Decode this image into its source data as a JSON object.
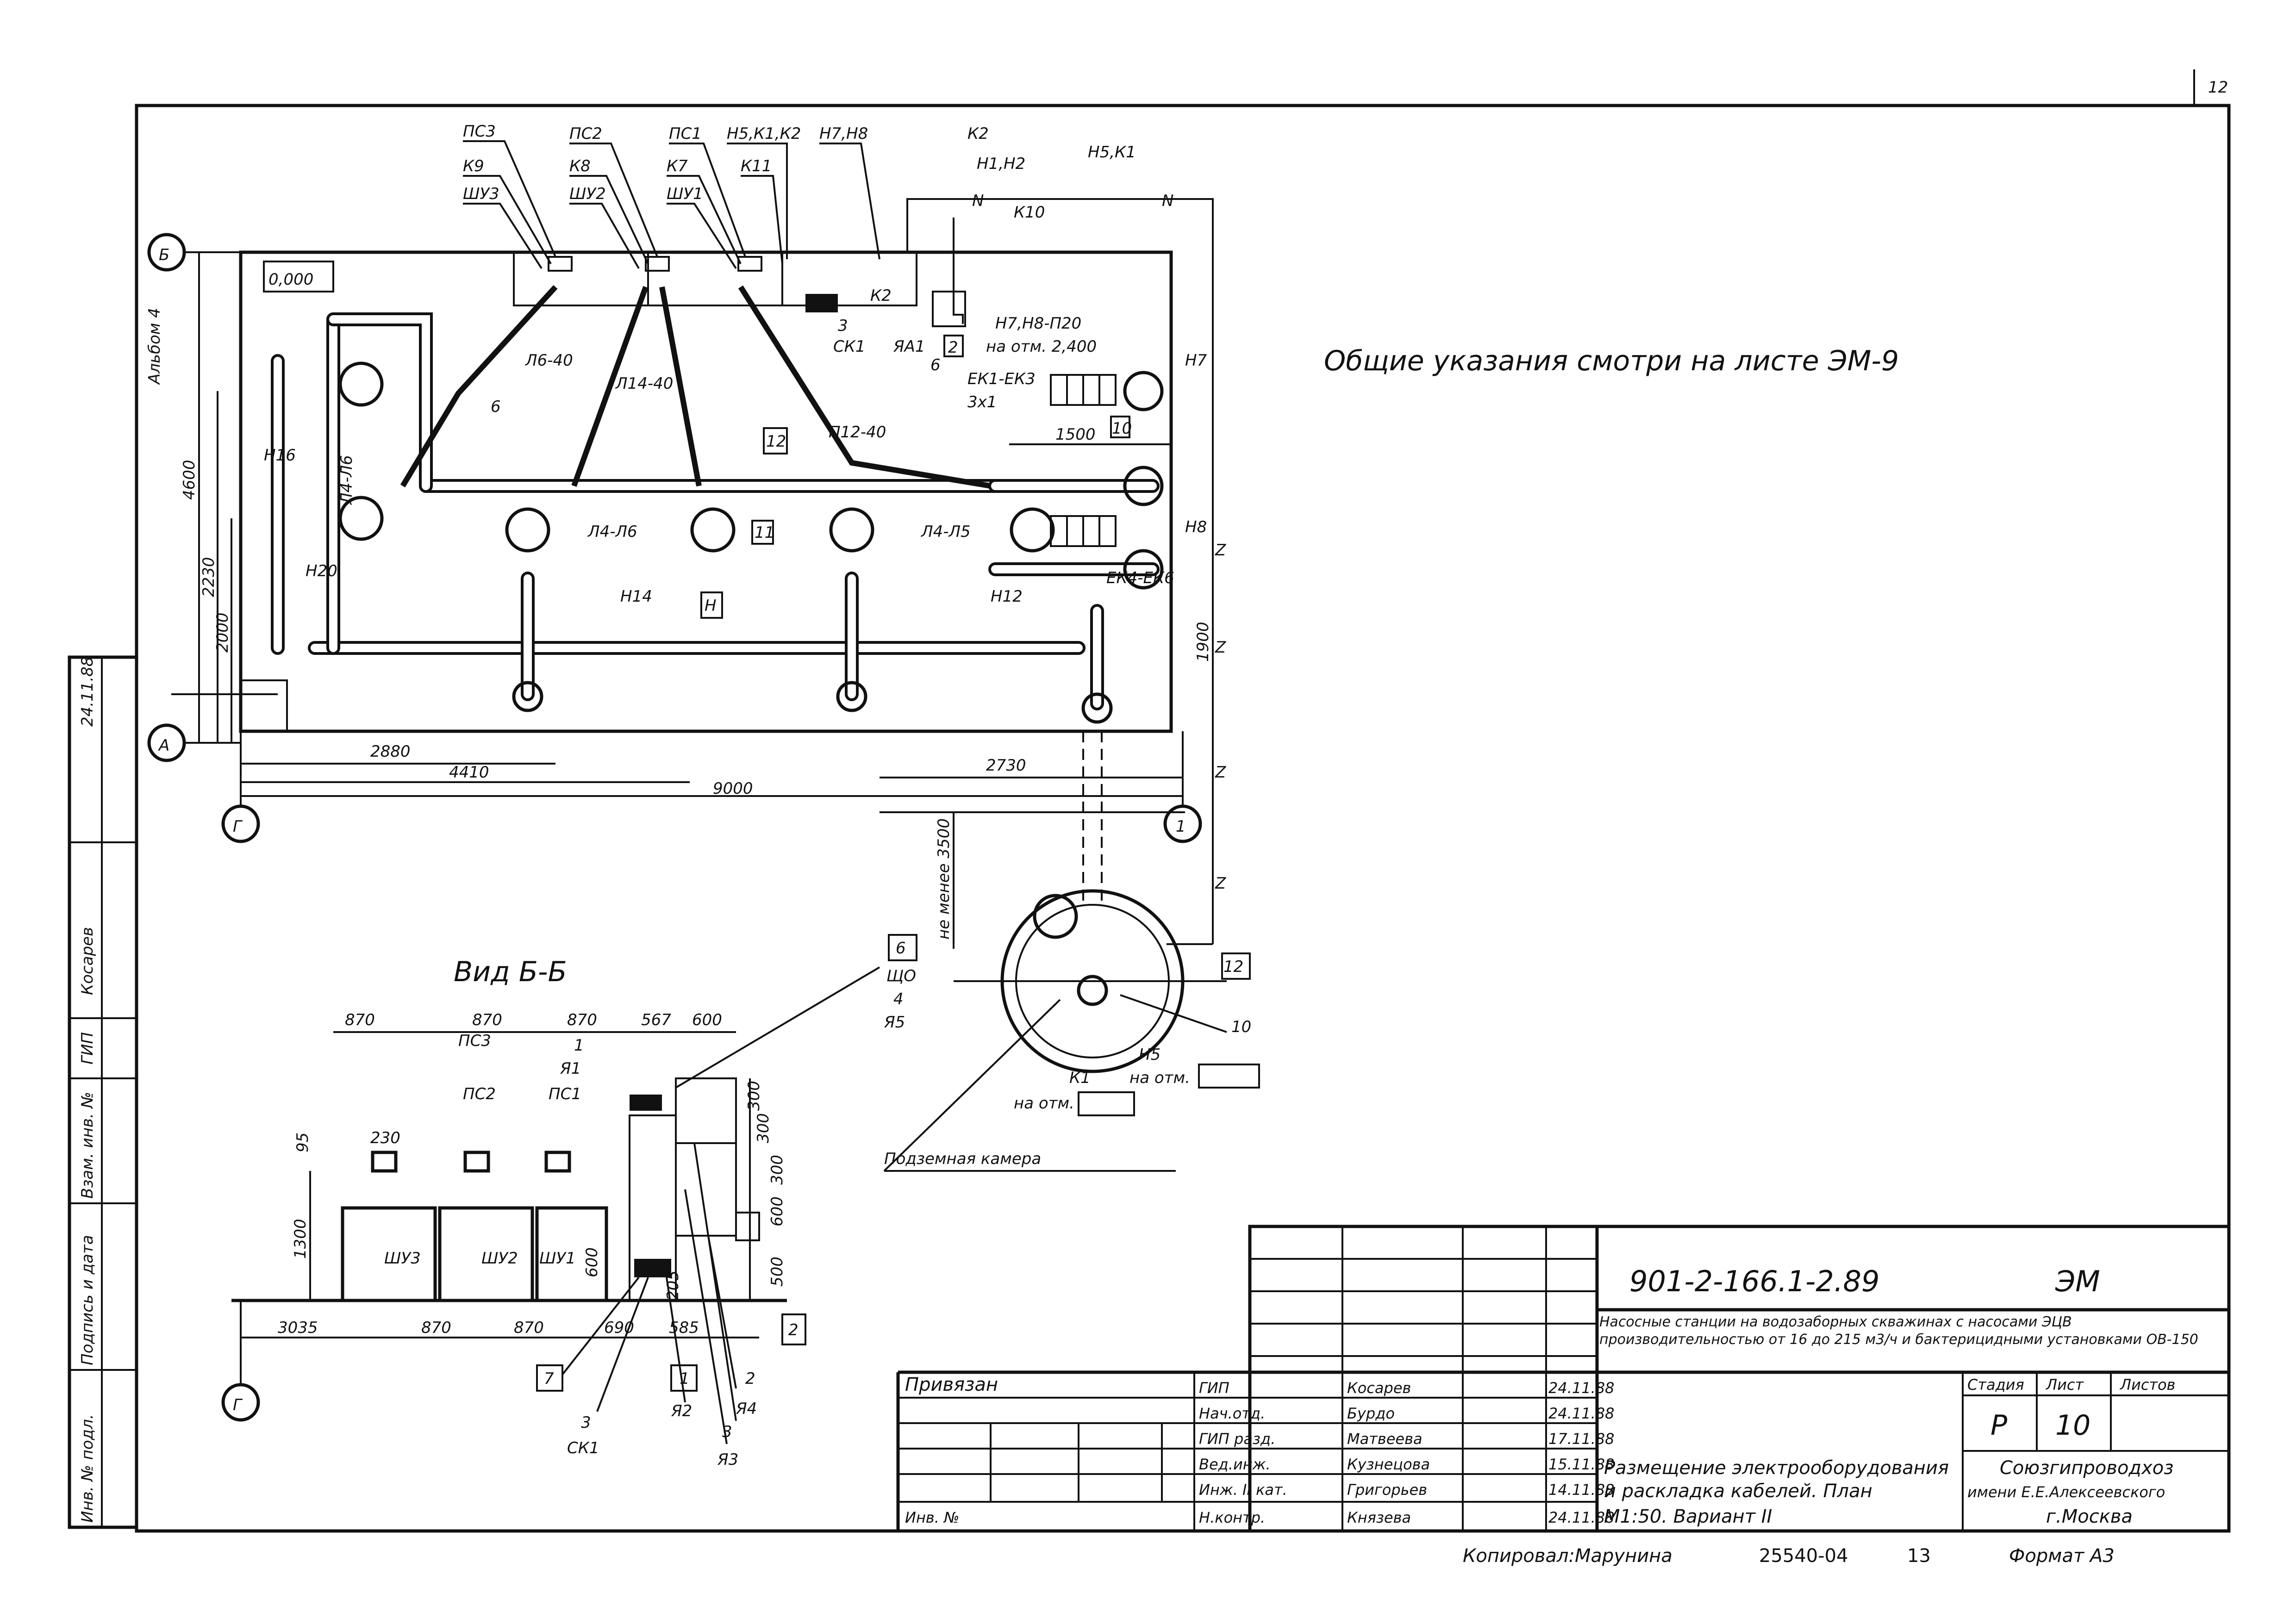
{
  "page_number": "12",
  "album_label": "Альбом 4",
  "general_notes": "Общие указания смотри на листе ЭМ-9",
  "elevation_mark": "0,000",
  "axes": {
    "b": "Б",
    "a": "А",
    "g": "Г",
    "one": "1"
  },
  "plan_labels": {
    "ps3": "ПС3",
    "ps2": "ПС2",
    "ps1": "ПС1",
    "k9": "К9",
    "k8": "К8",
    "k7": "К7",
    "shu3": "ШУ3",
    "shu2": "ШУ2",
    "shu1": "ШУ1",
    "h5k1k2": "Н5,К1,К2",
    "h7h8": "Н7,Н8",
    "k11": "К11",
    "k2": "К2",
    "h1h2": "Н1,Н2",
    "k10": "К10",
    "h5k1": "Н5,К1",
    "h7h8_p20": "Н7,Н8-П20",
    "at_elev": "на отм. 2,400",
    "ek1_ek3": "ЕК1-ЕК3",
    "cable_3x1": "3х1",
    "h7": "Н7",
    "h8": "Н8",
    "l6_40": "Л6-40",
    "l14_40": "Л14-40",
    "p12_40": "П12-40",
    "h16": "Н16",
    "l4_l6_side": "Л4-Л6",
    "h20": "Н20",
    "l4_l6": "Л4-Л6",
    "l4_l5": "Л4-Л5",
    "h14": "Н14",
    "h12": "Н12",
    "ek4_ek6": "ЕК4-ЕК6",
    "box11": "11",
    "boxH": "Н",
    "box12": "12",
    "box2": "2",
    "box10": "10",
    "sk1": "СК1",
    "ya1": "ЯА1",
    "three_v": "3",
    "six": "6",
    "n_mark": "N",
    "z_mark": "Z"
  },
  "plan_dims": {
    "d4600": "4600",
    "d2230": "2230",
    "d2000": "2000",
    "d2880": "2880",
    "d4410": "4410",
    "d9000": "9000",
    "d2730": "2730",
    "d1500": "1500",
    "d1900": "1900",
    "not_less": "не менее 3500"
  },
  "chamber": {
    "title": "Подземная камера",
    "k1": "К1",
    "h5": "Н5",
    "at_elev": "на отм.",
    "num12": "12",
    "num10": "10",
    "b_box": "6",
    "shchd": "ЩО",
    "four": "4",
    "ya5": "Я5"
  },
  "view": {
    "title": "Вид Б-Б",
    "top_dims": [
      "870",
      "870",
      "870",
      "567",
      "600"
    ],
    "bottom_dims": [
      "3035",
      "870",
      "870",
      "690",
      "585"
    ],
    "ps3": "ПС3",
    "ps2": "ПС2",
    "ps1": "ПС1",
    "d230": "230",
    "d95": "95",
    "d1300": "1300",
    "d600": "600",
    "shu3": "ШУ3",
    "shu2": "ШУ2",
    "shu1": "ШУ1",
    "one": "1",
    "ya1": "Я1",
    "right_dims": [
      "300",
      "300",
      "300",
      "600",
      "500"
    ],
    "b7": "7",
    "three_v": "3",
    "sk1": "СК1",
    "b1": "1",
    "ya2": "Я2",
    "two": "2",
    "ya4": "Я4",
    "three": "3",
    "ya3": "Я3",
    "b2": "2",
    "d205": "205"
  },
  "title_block": {
    "code": "901-2-166.1-2.89",
    "section": "ЭМ",
    "description": "Насосные станции на водозаборных скважинах с насосами ЭЦВ производительностью от 16 до 215 м3/ч и бактерицидными установками ОВ-150",
    "privyazan": "Привязан",
    "inv_no": "Инв. №",
    "roles": [
      {
        "role": "ГИП",
        "name": "Косарев",
        "date": "24.11.88"
      },
      {
        "role": "Нач.отд.",
        "name": "Бурдо",
        "date": "24.11.88"
      },
      {
        "role": "ГИП разд.",
        "name": "Матвеева",
        "date": "17.11.88"
      },
      {
        "role": "Вед.инж.",
        "name": "Кузнецова",
        "date": "15.11.88"
      },
      {
        "role": "Инж. II кат.",
        "name": "Григорьев",
        "date": "14.11.88"
      },
      {
        "role": "Н.контр.",
        "name": "Князева",
        "date": "24.11.88"
      }
    ],
    "stage_hdr": "Стадия",
    "sheet_hdr": "Лист",
    "sheets_hdr": "Листов",
    "stage": "Р",
    "sheet": "10",
    "drawing_title_1": "Размещение электрооборудования",
    "drawing_title_2": "и раскладка кабелей. План",
    "drawing_title_3": "М1:50. Вариант II",
    "org_1": "Союзгипроводхоз",
    "org_2": "имени Е.Е.Алексеевского",
    "org_3": "г.Москва",
    "copied": "Копировал:Марунина",
    "reg_no": "25540-04",
    "reg_page": "13",
    "format": "Формат А3"
  },
  "side_stamp": {
    "inv_podl": "Инв. № подл.",
    "sign_date": "Подпись и дата",
    "vzam_inv": "Взам. инв. №",
    "gip": "ГИП",
    "kosarev": "Косарев",
    "date": "24.11.88"
  }
}
